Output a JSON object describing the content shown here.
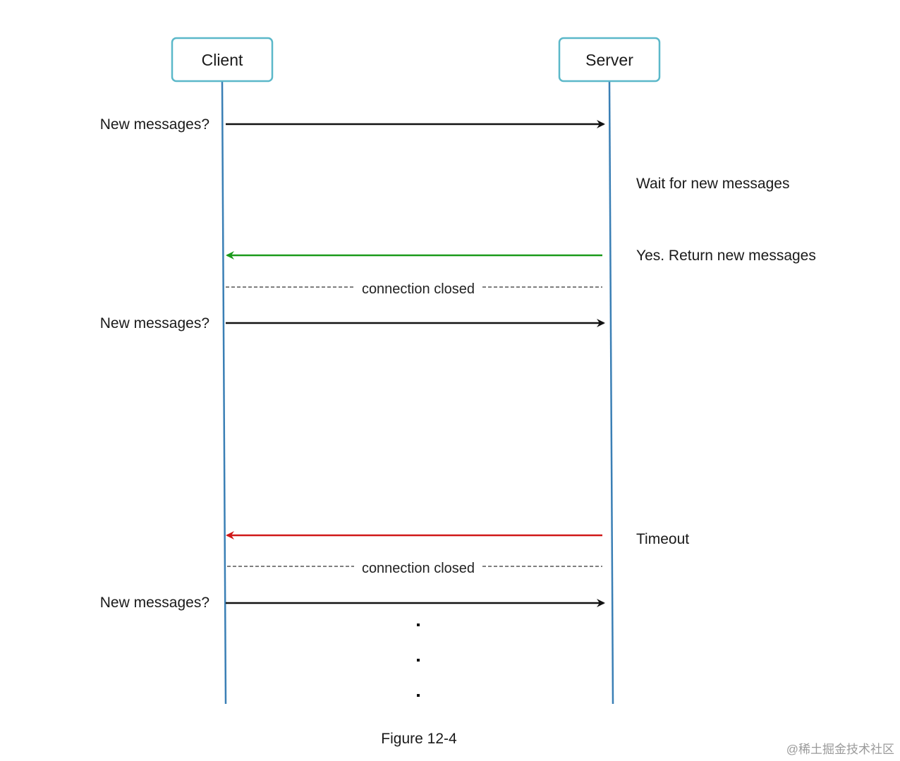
{
  "actors": {
    "client": {
      "label": "Client"
    },
    "server": {
      "label": "Server"
    }
  },
  "messages": [
    {
      "label": "New messages?",
      "direction": "client-to-server",
      "color": "#111111"
    },
    {
      "label": "",
      "direction": "server-to-client",
      "color": "#1a9a1a"
    },
    {
      "label": "New messages?",
      "direction": "client-to-server",
      "color": "#111111"
    },
    {
      "label": "",
      "direction": "server-to-client",
      "color": "#d01818"
    },
    {
      "label": "New messages?",
      "direction": "client-to-server",
      "color": "#111111"
    }
  ],
  "notes": {
    "wait": "Wait for new messages",
    "return": "Yes. Return new messages",
    "timeout": "Timeout"
  },
  "separators": [
    {
      "label": "connection closed"
    },
    {
      "label": "connection closed"
    }
  ],
  "continuation": "…",
  "caption": "Figure 12-4",
  "watermark": "@稀土掘金技术社区",
  "colors": {
    "actor_border": "#5bb8c9",
    "lifeline": "#3a7fb5",
    "response_ok": "#1a9a1a",
    "response_timeout": "#d01818",
    "request": "#111111"
  }
}
